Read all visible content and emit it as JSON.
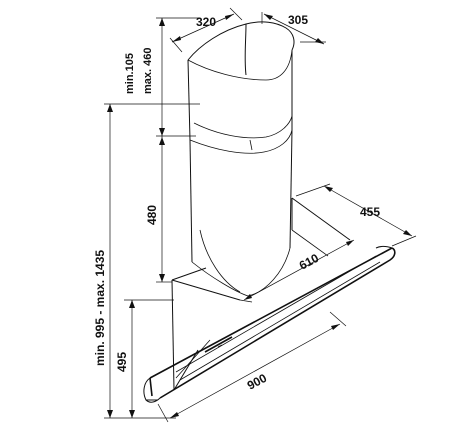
{
  "dimensions": {
    "chimney_width": "320",
    "chimney_depth": "305",
    "top_clearance_min": "min.105",
    "top_clearance_max": "max. 460",
    "chimney_height": "480",
    "canopy_depth": "455",
    "glass_depth": "610",
    "total_height": "min. 995 - max. 1435",
    "canopy_height": "495",
    "width": "900"
  }
}
